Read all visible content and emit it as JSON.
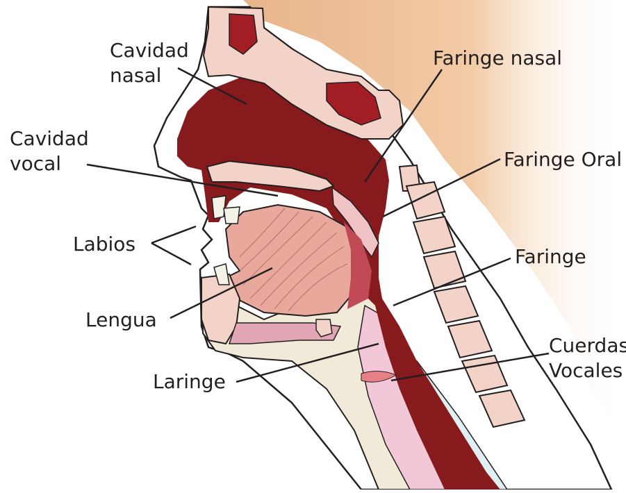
{
  "labels": {
    "cavidad_nasal": [
      "Cavidad",
      "nasal"
    ],
    "cavidad_vocal": [
      "Cavidad",
      "vocal"
    ],
    "labios": "Labios",
    "lengua": "Lengua",
    "laringe": "Laringe",
    "faringe_nasal": "Faringe nasal",
    "faringe_oral": "Faringe Oral",
    "faringe": "Faringe",
    "cuerdas_vocales": [
      "Cuerdas",
      "Vocales"
    ]
  },
  "colors": {
    "airway": "#861a1c",
    "bone": "#f3d3c8",
    "bone_pore": "#9b1d22",
    "tongue": "#e8a99c",
    "skin_back": "#f1c9a3",
    "larynx": "#f2c7d8",
    "esophagus": "#dff0f2",
    "neck_tissue": "#f2ead8",
    "outline": "#231f20"
  }
}
